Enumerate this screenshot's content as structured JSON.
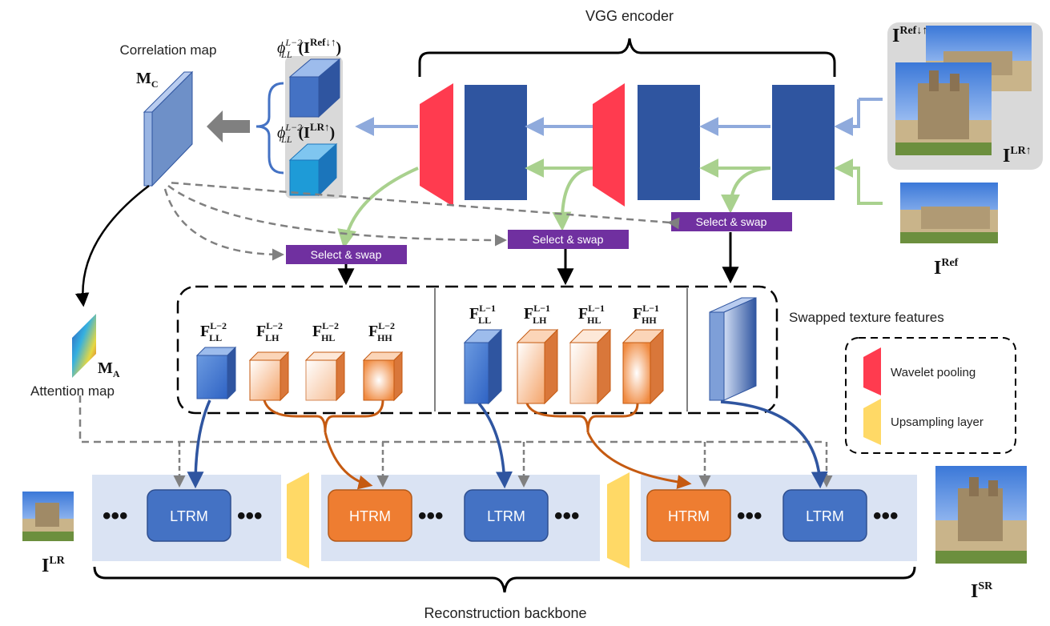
{
  "labels": {
    "vgg_encoder": "VGG encoder",
    "correlation_map": "Correlation map",
    "attention_map": "Attention map",
    "swapped_features": "Swapped texture features",
    "reconstruction_backbone": "Reconstruction backbone",
    "select_swap": "Select & swap",
    "wavelet_pooling": "Wavelet pooling",
    "upsampling_layer": "Upsampling layer",
    "ltrm": "LTRM",
    "htrm": "HTRM",
    "ellipsis": "•••"
  },
  "math": {
    "mc_base": "M",
    "mc_sub": "C",
    "ma_base": "M",
    "ma_sub": "A",
    "phi": "ϕ",
    "phi_sub": "LL",
    "phi_sup": "L−2",
    "img_ref_up": "Ref↓↑",
    "img_lr_up": "LR↑",
    "i_base": "I",
    "ref": "Ref",
    "lr": "LR",
    "sr": "SR",
    "lpar": "(",
    "rpar": ")",
    "f_base": "F",
    "f_ll": "LL",
    "f_lh": "LH",
    "f_hl": "HL",
    "f_hh": "HH",
    "lm2": "L−2",
    "lm1": "L−1"
  },
  "colors": {
    "navy": "#2f55a0",
    "red": "#ff3b4f",
    "purple": "#7030a0",
    "orange": "#ee7d31",
    "yellow": "#ffd966",
    "lightblue_bg": "#dae3f3",
    "ltrm_blue": "#4472c4",
    "arrow_blue": "#8faadc",
    "arrow_green": "#a9d18e",
    "arrow_orange": "#c55a11",
    "arrow_navy": "#2f55a0",
    "grey": "#808080"
  }
}
